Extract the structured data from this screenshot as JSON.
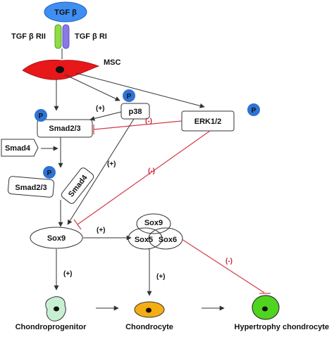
{
  "ligand": "TGF β",
  "receptor_left": "TGF β RII",
  "receptor_right": "TGF β RI",
  "cell": "MSC",
  "phospho": "P",
  "nodes": {
    "smad23": "Smad2/3",
    "p38": "p38",
    "erk": "ERK1/2",
    "smad4": "Smad4",
    "complex_smad23": "Smad2/3",
    "complex_smad4": "Smad4",
    "sox9": "Sox9",
    "trio_sox9": "Sox9",
    "trio_sox5": "Sox5",
    "trio_sox6": "Sox6"
  },
  "signs": {
    "p38_to_smad": "(+)",
    "erk_inhibit_smad": "(-)",
    "p38_to_sox9": "(+)",
    "erk_inhibit_sox9": "(-)",
    "sox9_to_trio": "(+)",
    "trio_inhibit_hyper": "(-)",
    "sox9_to_chondroprogenitor": "(+)",
    "trio_to_chondrocyte": "(+)"
  },
  "cells": {
    "chondroprogenitor": "Chondroprogenitor",
    "chondrocyte": "Chondrocyte",
    "hypertrophy": "Hypertrophy chondrocyte"
  },
  "colors": {
    "ligand": "#3f8ef2",
    "receptor_green": "#8fdc44",
    "receptor_purple": "#8a78e6",
    "msc": "#e8171a",
    "phospho": "#2f73d4",
    "inhibit": "#d23c48",
    "chondroprogenitor": "#c7f0d2",
    "chondrocyte": "#f4ad14",
    "hypertrophy": "#4fd420"
  }
}
